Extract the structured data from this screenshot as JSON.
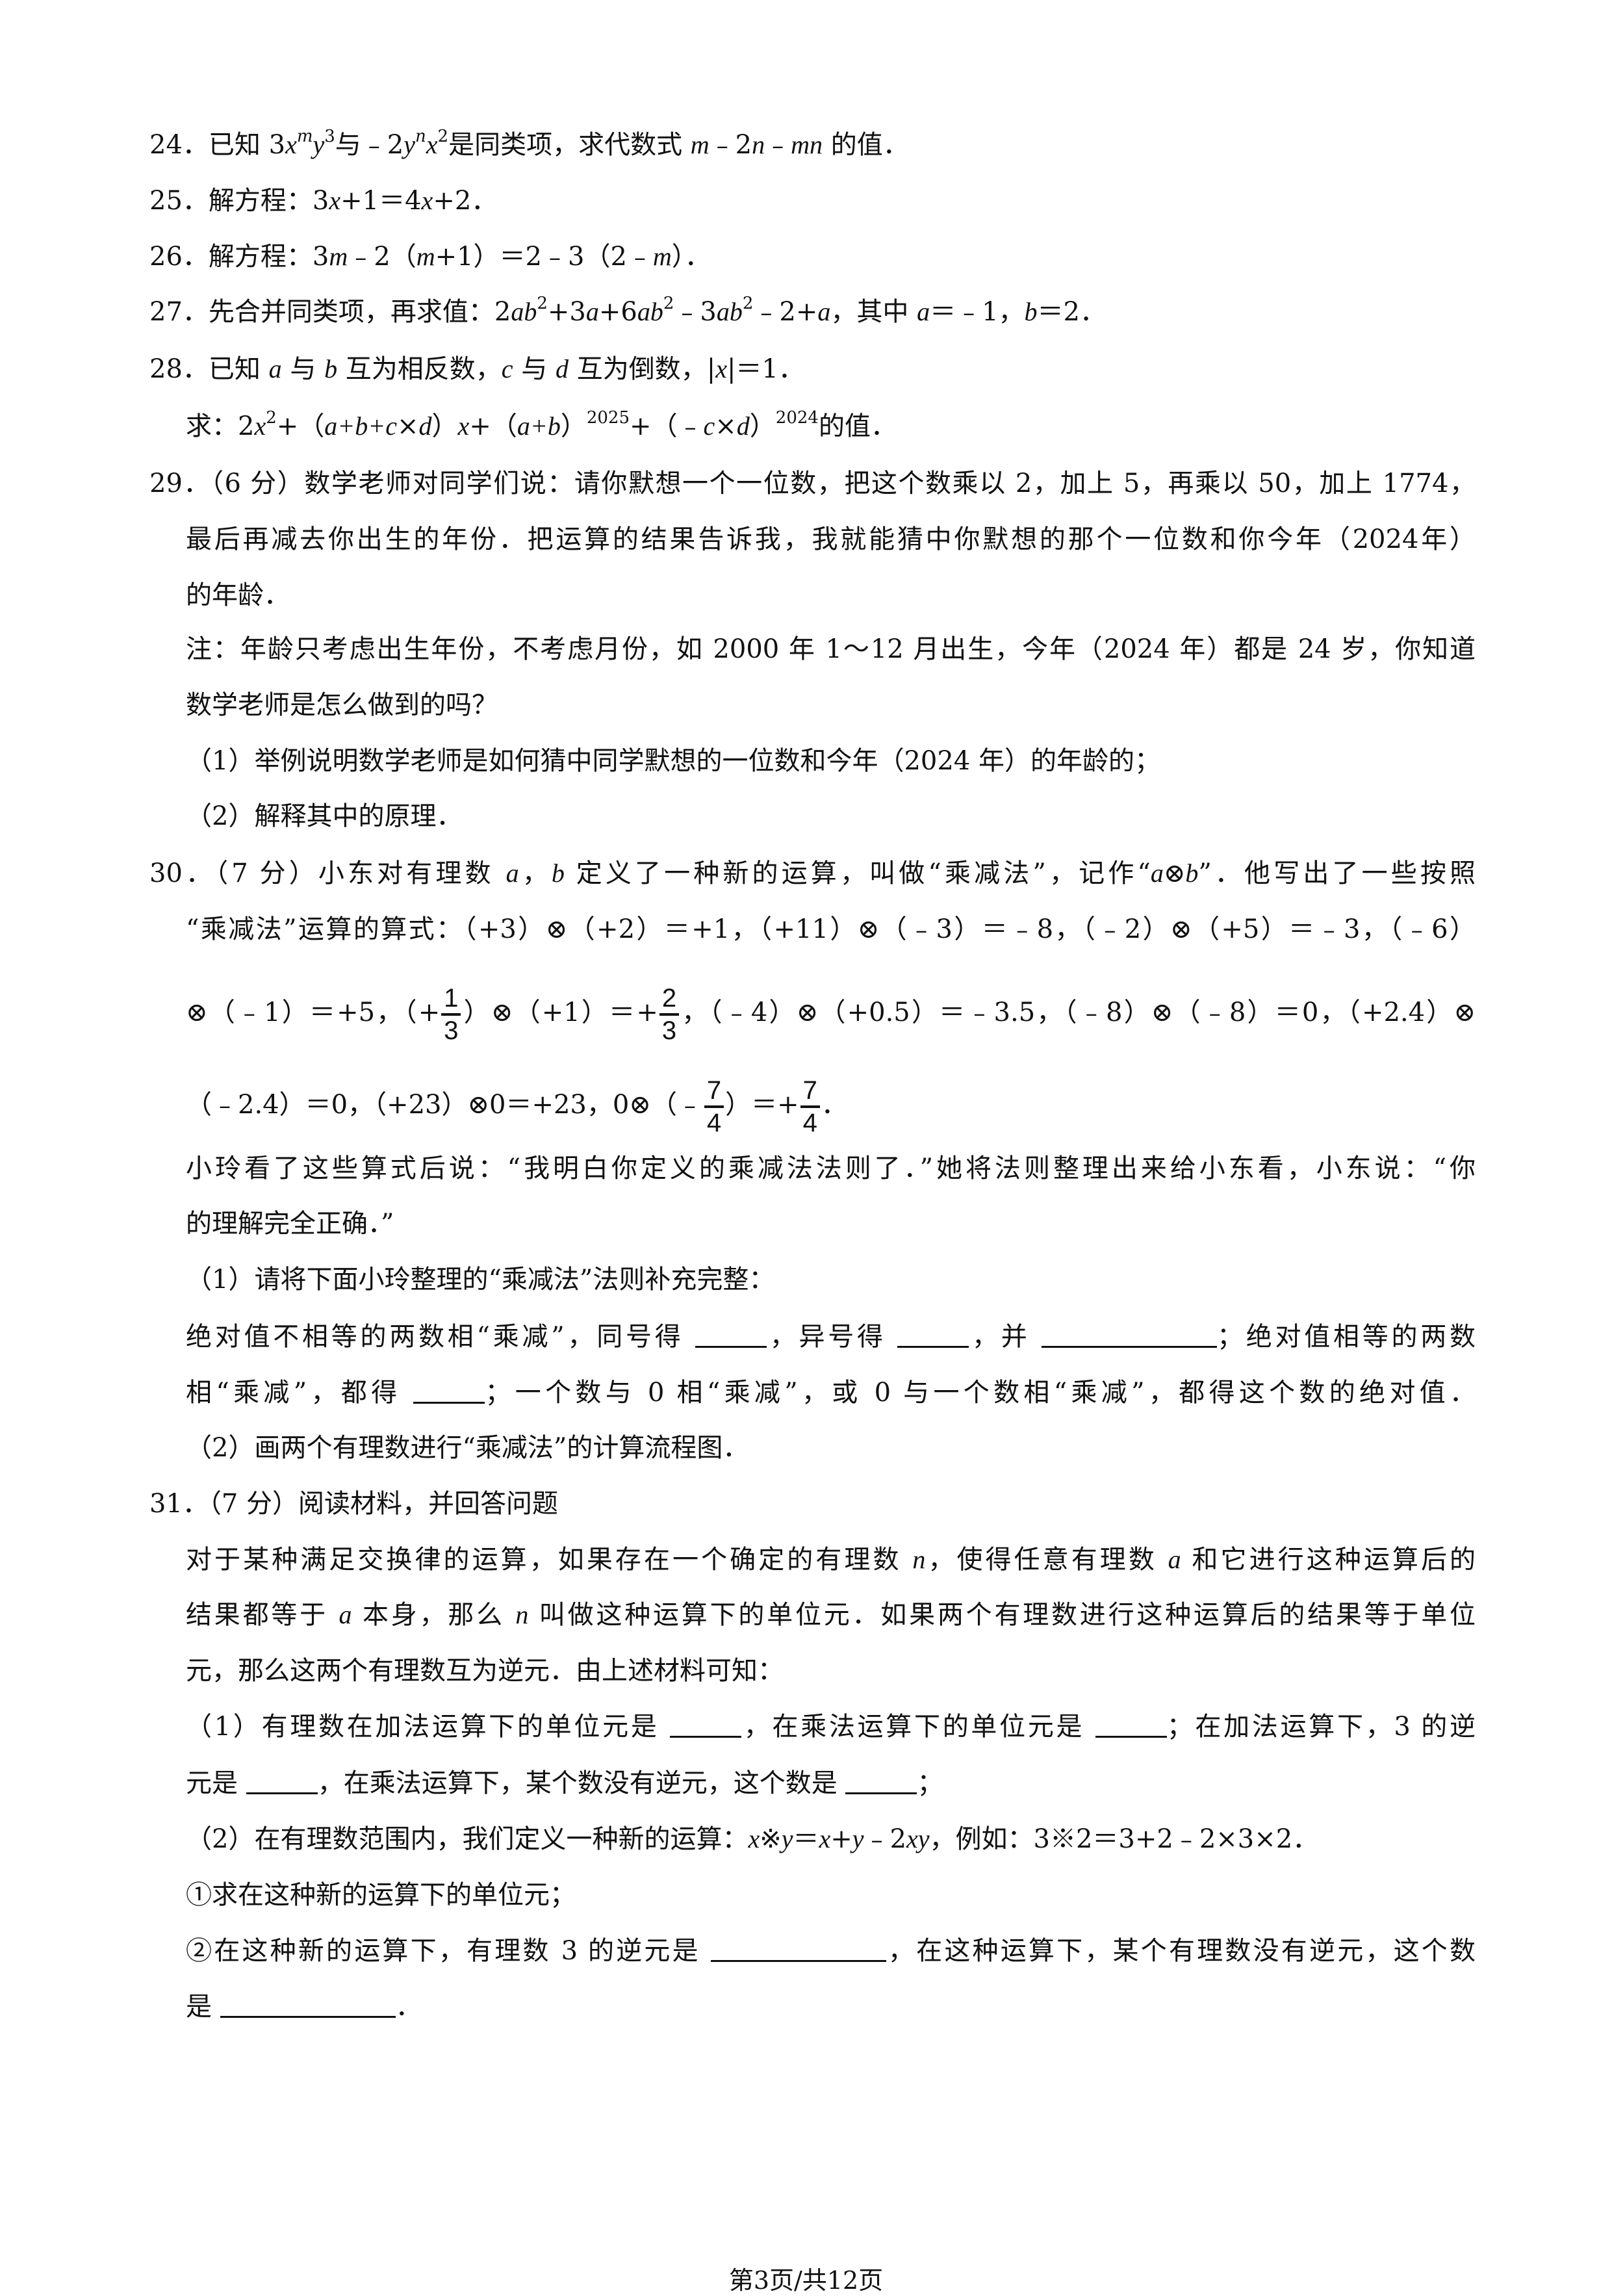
{
  "lines": [
    [
      "24．已知 3",
      {
        "i": "x"
      },
      {
        "isup": "m"
      },
      {
        "i": "y"
      },
      {
        "sup": "3"
      },
      "与﹣2",
      {
        "i": "y"
      },
      {
        "isup": "n"
      },
      {
        "i": "x"
      },
      {
        "sup": "2"
      },
      "是同类项，求代数式 ",
      {
        "i": "m"
      },
      "﹣2",
      {
        "i": "n"
      },
      "﹣",
      {
        "i": "mn"
      },
      " 的值．"
    ],
    [
      "25．解方程：3",
      {
        "i": "x"
      },
      "+1＝4",
      {
        "i": "x"
      },
      "+2．"
    ],
    [
      "26．解方程：3",
      {
        "i": "m"
      },
      "﹣2（",
      {
        "i": "m"
      },
      "+1）＝2﹣3（2﹣",
      {
        "i": "m"
      },
      "）．"
    ],
    [
      "27．先合并同类项，再求值：2",
      {
        "i": "ab"
      },
      {
        "sup": "2"
      },
      "+3",
      {
        "i": "a"
      },
      "+6",
      {
        "i": "ab"
      },
      {
        "sup": "2"
      },
      "﹣3",
      {
        "i": "ab"
      },
      {
        "sup": "2"
      },
      "﹣2+",
      {
        "i": "a"
      },
      "，其中 ",
      {
        "i": "a"
      },
      "＝﹣1，",
      {
        "i": "b"
      },
      "＝2．"
    ],
    [
      "28．已知 ",
      {
        "i": "a"
      },
      " 与 ",
      {
        "i": "b"
      },
      " 互为相反数，",
      {
        "i": "c"
      },
      " 与 ",
      {
        "i": "d"
      },
      " 互为倒数，|",
      {
        "i": "x"
      },
      "|＝1．"
    ],
    [
      "求：2",
      {
        "i": "x"
      },
      {
        "sup": "2"
      },
      "+（",
      {
        "i": "a+b+c"
      },
      "×",
      {
        "i": "d"
      },
      "）",
      {
        "i": "x"
      },
      "+（",
      {
        "i": "a+b"
      },
      "）",
      {
        "sup": "2025"
      },
      "+（﹣",
      {
        "i": "c"
      },
      "×",
      {
        "i": "d"
      },
      "）",
      {
        "sup": "2024"
      },
      "的值．"
    ],
    [
      "29．（6 分）数学老师对同学们说：请你默想一个一位数，把这个数乘以 2，加上 5，再乘以 50，加上 1774，"
    ],
    [
      "最后再减去你出生的年份．把运算的结果告诉我，我就能猜中你默想的那个一位数和你今年（2024年）"
    ],
    [
      "的年龄．"
    ],
    [
      "注：年龄只考虑出生年份，不考虑月份，如 2000 年 1～12 月出生，今年（2024 年）都是 24 岁，你知道"
    ],
    [
      "数学老师是怎么做到的吗？"
    ],
    [
      "（1）举例说明数学老师是如何猜中同学默想的一位数和今年（2024 年）的年龄的；"
    ],
    [
      "（2）解释其中的原理．"
    ],
    [
      "30．（7 分）小东对有理数 ",
      {
        "i": "a"
      },
      "，",
      {
        "i": "b"
      },
      " 定义了一种新的运算，叫做“乘减法”，记作“",
      {
        "i": "a"
      },
      "⊗",
      {
        "i": "b"
      },
      "”．他写出了一些按照"
    ],
    [
      "“乘减法”运算的算式：（+3）⊗（+2）＝+1，（+11）⊗（﹣3）＝﹣8，（﹣2）⊗（+5）＝﹣3，（﹣6）"
    ],
    [
      "⊗（﹣1）＝+5，（+",
      {
        "frac": [
          "1",
          "3"
        ]
      },
      "）⊗（+1）＝+",
      {
        "frac": [
          "2",
          "3"
        ]
      },
      "，（﹣4）⊗（+0.5）＝﹣3.5，（﹣8）⊗（﹣8）＝0，（+2.4）⊗"
    ],
    [
      "（﹣2.4）＝0，（+23）⊗0＝+23，0⊗（﹣",
      {
        "frac": [
          "7",
          "4"
        ]
      },
      "）＝+",
      {
        "frac": [
          "7",
          "4"
        ]
      },
      "．"
    ],
    [
      "小玲看了这些算式后说：“我明白你定义的乘减法法则了．”她将法则整理出来给小东看，小东说：“你"
    ],
    [
      "的理解完全正确．”"
    ],
    [
      "（1）请将下面小玲整理的“乘减法”法则补充完整："
    ],
    [
      "绝对值不相等的两数相“乘减”，同号得 ",
      {
        "blank": ""
      },
      "，异号得 ",
      {
        "blank": ""
      },
      "，并 ",
      {
        "long_blank": ""
      },
      "；绝对值相等的两数"
    ],
    [
      "相“乘减”，都得 ",
      {
        "blank": ""
      },
      "；一个数与 0 相“乘减”，或 0 与一个数相“乘减”，都得这个数的绝对值．"
    ],
    [
      "（2）画两个有理数进行“乘减法”的计算流程图．"
    ],
    [
      "31．（7 分）阅读材料，并回答问题"
    ],
    [
      "对于某种满足交换律的运算，如果存在一个确定的有理数 ",
      {
        "i": "n"
      },
      "，使得任意有理数 ",
      {
        "i": "a"
      },
      " 和它进行这种运算后的"
    ],
    [
      "结果都等于 ",
      {
        "i": "a"
      },
      " 本身，那么 ",
      {
        "i": "n"
      },
      " 叫做这种运算下的单位元．如果两个有理数进行这种运算后的结果等于单位"
    ],
    [
      "元，那么这两个有理数互为逆元．由上述材料可知："
    ],
    [
      "（1）有理数在加法运算下的单位元是 ",
      {
        "blank": ""
      },
      "，在乘法运算下的单位元是 ",
      {
        "blank": ""
      },
      "；在加法运算下，3 的逆"
    ],
    [
      "元是 ",
      {
        "blank": ""
      },
      "，在乘法运算下，某个数没有逆元，这个数是 ",
      {
        "blank": ""
      },
      "；"
    ],
    [
      "（2）在有理数范围内，我们定义一种新的运算：",
      {
        "i": "x"
      },
      "※",
      {
        "i": "y"
      },
      "＝",
      {
        "i": "x"
      },
      "+",
      {
        "i": "y"
      },
      "﹣2",
      {
        "i": "xy"
      },
      "，例如：3※2＝3+2﹣2×3×2．"
    ],
    [
      "①求在这种新的运算下的单位元；"
    ],
    [
      "②在这种新的运算下，有理数 3 的逆元是 ",
      {
        "long_blank": ""
      },
      "，在这种运算下，某个有理数没有逆元，这个数"
    ],
    [
      "是 ",
      {
        "long_blank": ""
      },
      "．"
    ]
  ],
  "footer": "第3页/共12页"
}
